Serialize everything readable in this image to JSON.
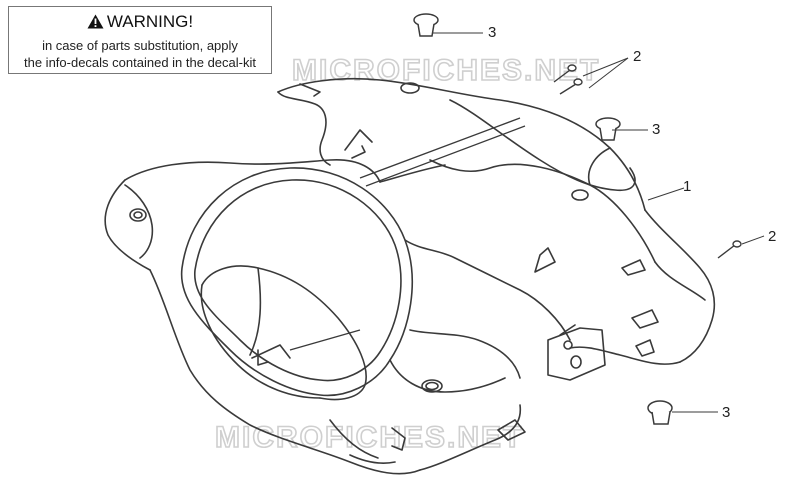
{
  "warning": {
    "title": "WARNING!",
    "line1": "in case of parts substitution, apply",
    "line2": "the info-decals contained in the decal-kit"
  },
  "watermark": "MICROFICHES.NET",
  "callouts": [
    {
      "id": "c3-top",
      "label": "3"
    },
    {
      "id": "c2-top",
      "label": "2"
    },
    {
      "id": "c3-mid",
      "label": "3"
    },
    {
      "id": "c1",
      "label": "1"
    },
    {
      "id": "c2-right",
      "label": "2"
    },
    {
      "id": "c3-bottom",
      "label": "3"
    }
  ],
  "colors": {
    "line": "#3a3a3a",
    "text": "#222222",
    "watermark": "#d4d4d4"
  }
}
